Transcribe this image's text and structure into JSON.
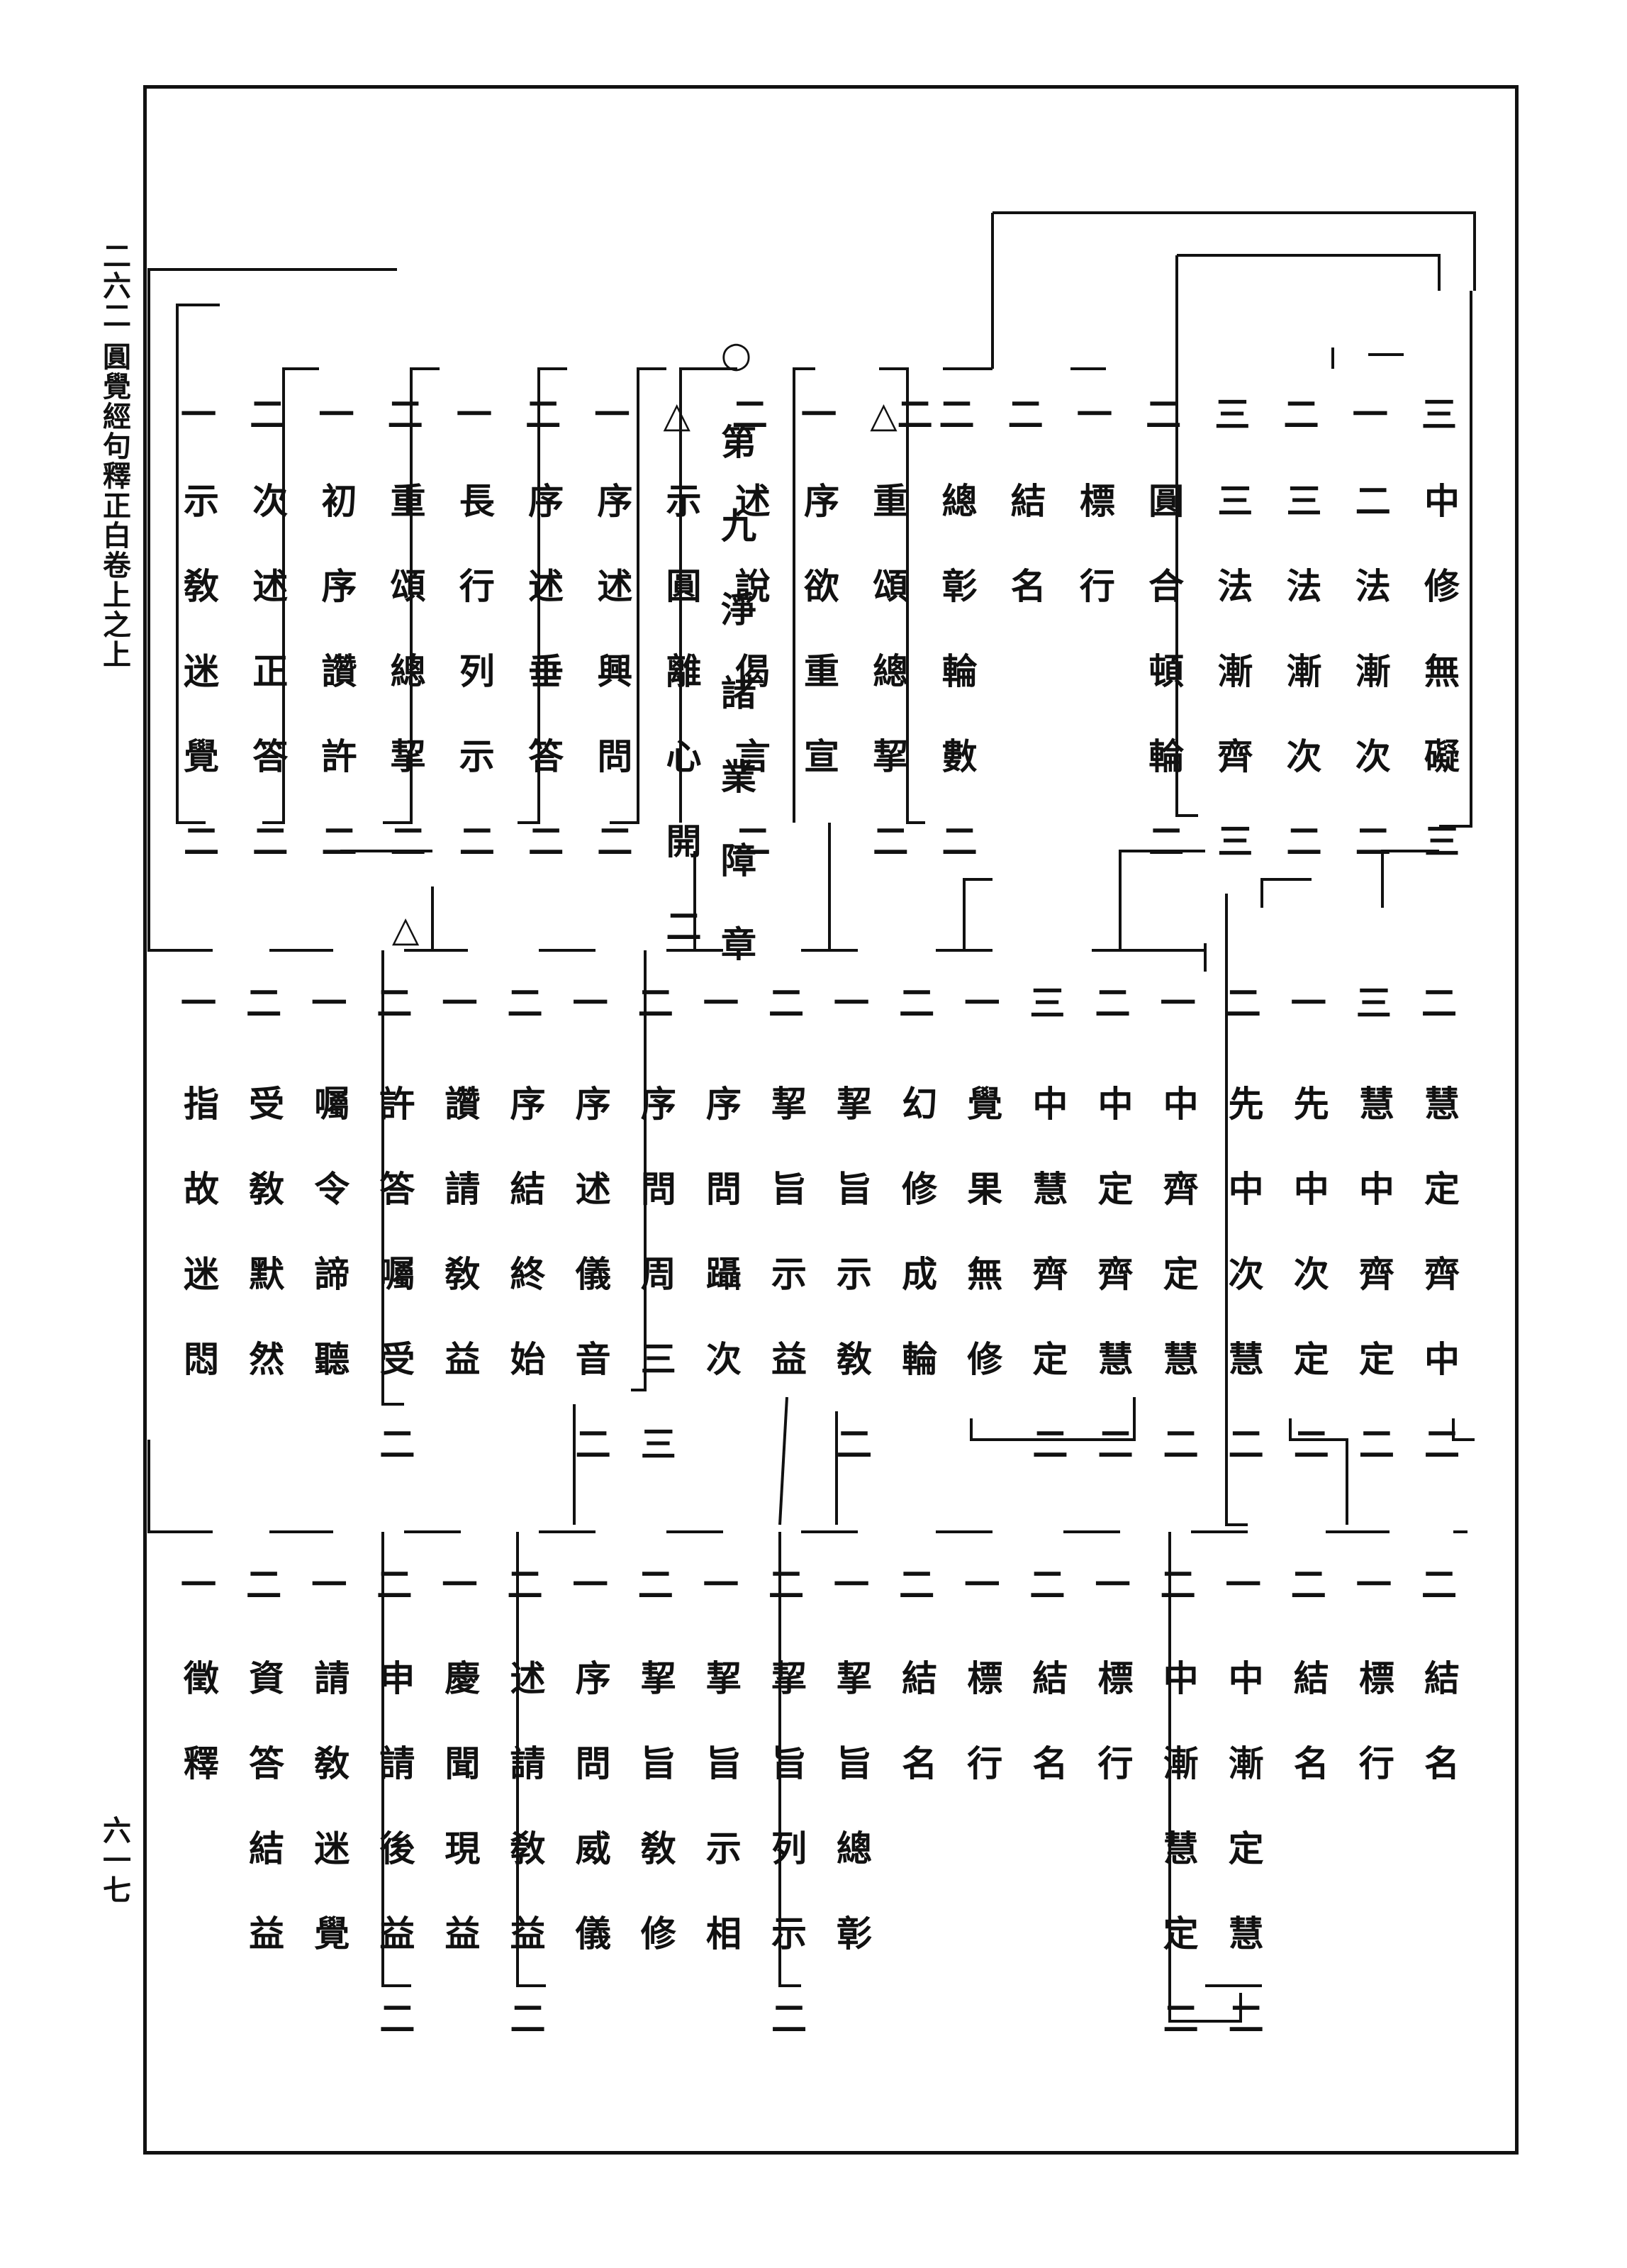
{
  "margin": {
    "volume_label": "二六二 圓覺經句釋正白卷上之上",
    "page_number": "六一七"
  },
  "chapter_heading": "○第九淨諸業障章",
  "tiers": [
    {
      "name": "top",
      "entries": [
        {
          "n": "三",
          "t": "中修無礙三"
        },
        {
          "n": "一",
          "t": "二法漸次二"
        },
        {
          "n": "二",
          "t": "三法漸次二"
        },
        {
          "n": "三",
          "t": "三法漸齊三"
        },
        {
          "n": "二",
          "t": "圓合頓輪二"
        },
        {
          "n": "一",
          "t": "標行"
        },
        {
          "n": "二",
          "t": "結名"
        },
        {
          "n": "二",
          "t": "總彰輪數二"
        },
        {
          "n": "△二",
          "t": "重頌總挈二"
        },
        {
          "n": "一",
          "t": "序欲重宣"
        },
        {
          "n": "二",
          "t": "述說偈言二"
        },
        {
          "n": "△",
          "t": "示圓離心開二"
        },
        {
          "n": "一",
          "t": "序述興問二"
        },
        {
          "n": "二",
          "t": "序述垂答二"
        },
        {
          "n": "一",
          "t": "長行列示二"
        },
        {
          "n": "二",
          "t": "重頌總挈二△"
        },
        {
          "n": "一",
          "t": "初序讚許二"
        },
        {
          "n": "二",
          "t": "次述正答二"
        },
        {
          "n": "一",
          "t": "示敎迷覺二"
        }
      ]
    },
    {
      "name": "middle",
      "entries": [
        {
          "n": "二",
          "t": "慧定齊中二"
        },
        {
          "n": "三",
          "t": "慧中齊定二"
        },
        {
          "n": "一",
          "t": "先中次定二"
        },
        {
          "n": "二",
          "t": "先中次慧二"
        },
        {
          "n": "一",
          "t": "中齊定慧二"
        },
        {
          "n": "二",
          "t": "中定齊慧二"
        },
        {
          "n": "三",
          "t": "中慧齊定二"
        },
        {
          "n": "一",
          "t": "覺果無修"
        },
        {
          "n": "二",
          "t": "幻修成輪"
        },
        {
          "n": "一",
          "t": "挈旨示敎二"
        },
        {
          "n": "二",
          "t": "挈旨示益"
        },
        {
          "n": "一",
          "t": "序問躡次"
        },
        {
          "n": "二",
          "t": "序問周三三"
        },
        {
          "n": "一",
          "t": "序述儀音二"
        },
        {
          "n": "二",
          "t": "序結終始"
        },
        {
          "n": "一",
          "t": "讚請敎益"
        },
        {
          "n": "二",
          "t": "許答囑受二"
        },
        {
          "n": "一",
          "t": "囑令諦聽"
        },
        {
          "n": "二",
          "t": "受敎默然"
        },
        {
          "n": "一",
          "t": "指故迷悶"
        }
      ]
    },
    {
      "name": "bottom",
      "entries": [
        {
          "n": "二",
          "t": "結名"
        },
        {
          "n": "一",
          "t": "標行"
        },
        {
          "n": "二",
          "t": "結名"
        },
        {
          "n": "一",
          "t": "中漸定慧二"
        },
        {
          "n": "二",
          "t": "中漸慧定二"
        },
        {
          "n": "一",
          "t": "標行"
        },
        {
          "n": "二",
          "t": "結名"
        },
        {
          "n": "一",
          "t": "標行"
        },
        {
          "n": "二",
          "t": "結名"
        },
        {
          "n": "一",
          "t": "挈旨總彰"
        },
        {
          "n": "二",
          "t": "挈旨列示二"
        },
        {
          "n": "一",
          "t": "挈旨示相"
        },
        {
          "n": "二",
          "t": "挈旨敎修"
        },
        {
          "n": "一",
          "t": "序問威儀"
        },
        {
          "n": "二",
          "t": "述請敎益二"
        },
        {
          "n": "一",
          "t": "慶聞現益"
        },
        {
          "n": "二",
          "t": "申請後益二"
        },
        {
          "n": "一",
          "t": "請敎迷覺"
        },
        {
          "n": "二",
          "t": "資答結益"
        },
        {
          "n": "一",
          "t": "徵釋"
        }
      ]
    }
  ]
}
